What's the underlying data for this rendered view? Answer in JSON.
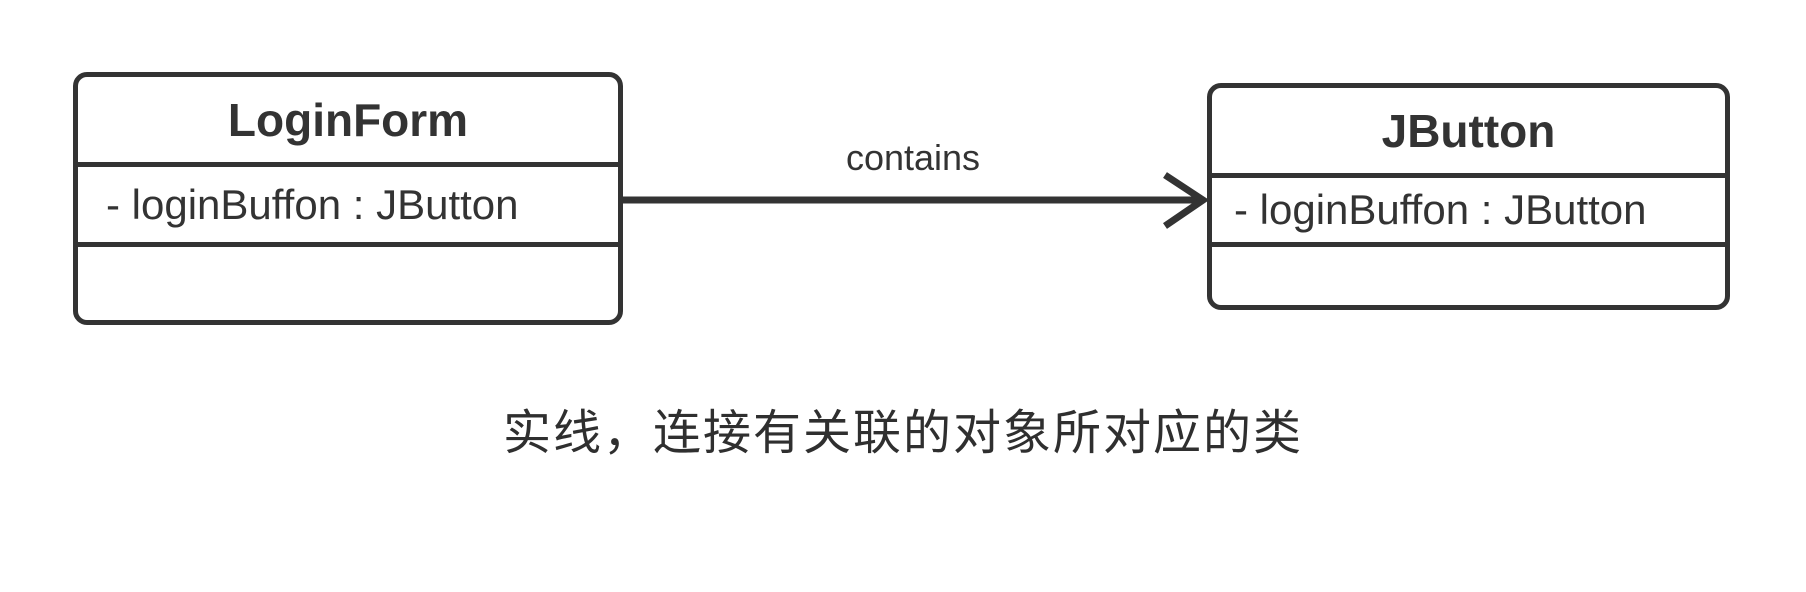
{
  "diagram": {
    "classes": [
      {
        "name": "LoginForm",
        "attribute": "- loginBuffon : JButton",
        "methods": ""
      },
      {
        "name": "JButton",
        "attribute": "- loginBuffon : JButton",
        "methods": ""
      }
    ],
    "association_label": "contains",
    "caption": "实线，连接有关联的对象所对应的类",
    "colors": {
      "stroke": "#333333",
      "text": "#333333",
      "background": "#ffffff"
    }
  }
}
